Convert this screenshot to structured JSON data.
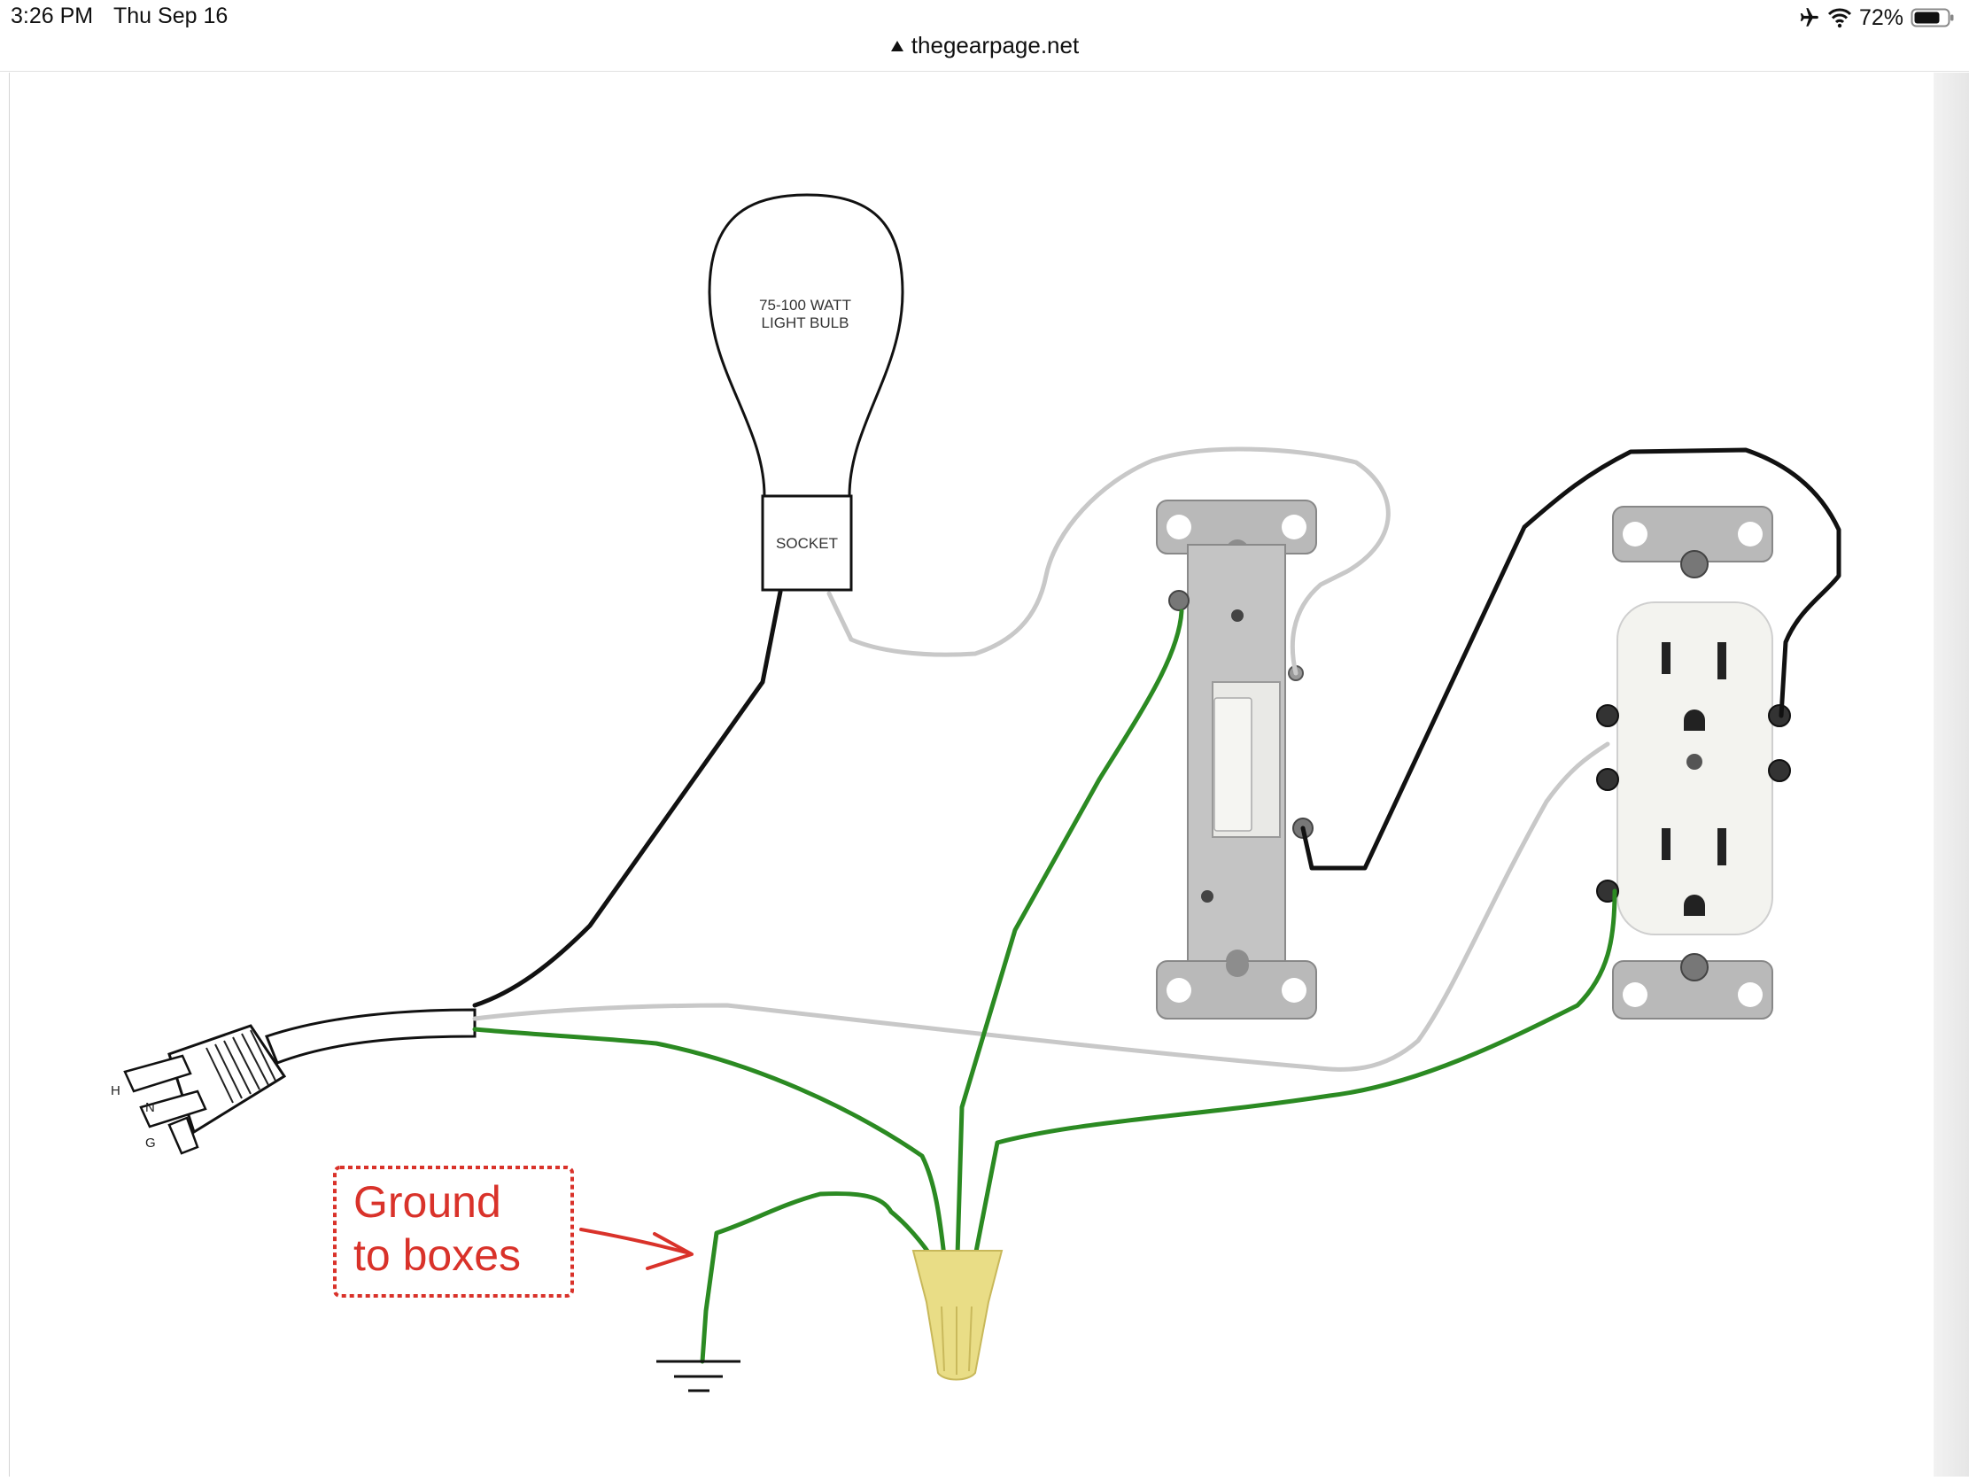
{
  "status_bar": {
    "time": "3:26 PM",
    "date": "Thu Sep 16",
    "battery_percent": "72%",
    "icons": [
      "airplane-icon",
      "wifi-icon",
      "battery-icon"
    ]
  },
  "browser": {
    "url": "thegearpage.net",
    "url_icon": "up-triangle-icon"
  },
  "diagram": {
    "bulb_label_line1": "75-100 WATT",
    "bulb_label_line2": "LIGHT BULB",
    "socket_label": "SOCKET",
    "plug_label_h": "H",
    "plug_label_n": "N",
    "plug_label_g": "G",
    "callout_line1": "Ground",
    "callout_line2": "to boxes",
    "colors": {
      "hot_wire": "#111111",
      "neutral_wire": "#c8c8c8",
      "ground_wire": "#2b8a22",
      "callout": "#d9322a",
      "wire_nut": "#e9dd86",
      "device_metal": "#b7b7b7",
      "receptacle_face": "#f3f3ef"
    }
  }
}
